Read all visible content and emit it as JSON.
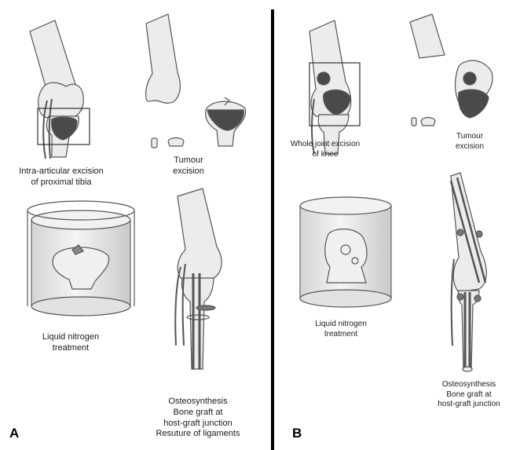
{
  "panels": [
    {
      "letter": "A",
      "steps": [
        {
          "lines": [
            "Intra-articular excision",
            "of proximal tibia"
          ]
        },
        {
          "lines": [
            "Tumour",
            "excision"
          ]
        },
        {
          "lines": [
            "Liquid nitrogen",
            "treatment"
          ]
        },
        {
          "lines": [
            "Osteosynthesis",
            "Bone graft at",
            "host-graft junction",
            "Resuture of ligaments"
          ]
        }
      ]
    },
    {
      "letter": "B",
      "steps": [
        {
          "lines": [
            "Whole joint excision",
            "of knee"
          ]
        },
        {
          "lines": [
            "Tumour",
            "excision"
          ]
        },
        {
          "lines": [
            "Liquid nitrogen",
            "treatment"
          ]
        },
        {
          "lines": [
            "Osteosynthesis",
            "Bone graft at",
            "host-graft junction"
          ]
        }
      ]
    }
  ],
  "colors": {
    "bone_fill": "#ececec",
    "tumour_fill": "#4a4a4a",
    "outline": "#555555",
    "divider": "#000000"
  }
}
